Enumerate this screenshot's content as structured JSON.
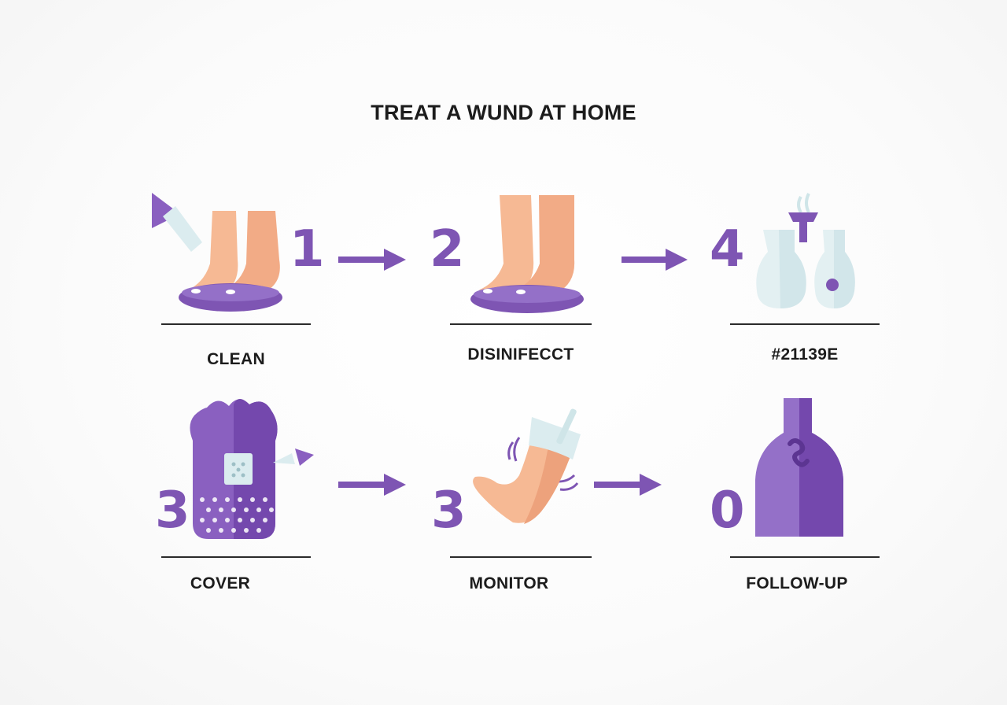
{
  "title": "TREAT A WUND AT HOME",
  "colors": {
    "accent": "#7e55b3",
    "accent_dark": "#6a3fa3",
    "skin": "#f6b994",
    "skin_dark": "#eda27c",
    "pale": "#dbecef",
    "text": "#1c1c1c"
  },
  "steps": [
    {
      "number": "1",
      "label": "CLEAN",
      "icon": "feet-cushion-spray-icon"
    },
    {
      "number": "2",
      "label": "DISINIFECCT",
      "icon": "feet-cushion-icon"
    },
    {
      "number": "4",
      "label": "#21139E",
      "icon": "bottles-icon"
    },
    {
      "number": "3",
      "label": "COVER",
      "icon": "bandage-pouch-icon"
    },
    {
      "number": "3",
      "label": "MONITOR",
      "icon": "leg-bandage-icon"
    },
    {
      "number": "0",
      "label": "FOLLOW-UP",
      "icon": "vase-bottle-icon"
    }
  ]
}
